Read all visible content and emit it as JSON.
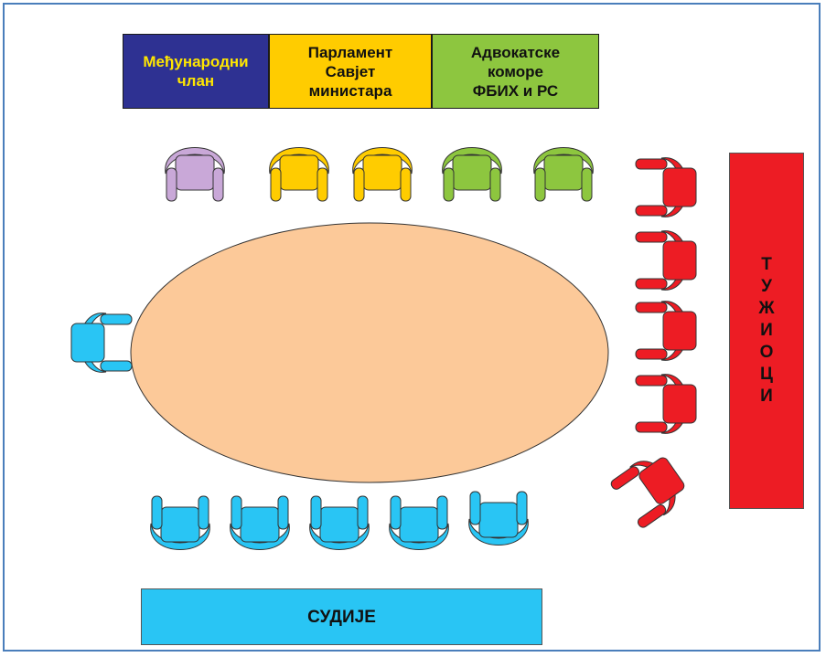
{
  "labels": {
    "international": "Међународни\nчлан",
    "parliament": "Парламент\nСавјет\nминистара",
    "bar_associations": "Адвокатске\nкоморе\nФБИХ  и РС",
    "prosecutors": [
      "Т",
      "У",
      "Ж",
      "И",
      "О",
      "Ц",
      "И"
    ],
    "judges": "СУДИЈЕ"
  },
  "colors": {
    "international": "#2e3192",
    "international_text": "#ffe600",
    "parliament": "#ffcc00",
    "bar_associations": "#8dc63f",
    "prosecutors": "#ed1c24",
    "judges": "#29c5f4",
    "table": "#fcc999",
    "chair_international": "#c9a8d8",
    "frame": "#4a7ebb"
  },
  "chairs": {
    "top": [
      "chair_international",
      "parliament",
      "parliament",
      "bar_associations",
      "bar_associations"
    ],
    "right_count": 5,
    "bottom_count": 5,
    "left_count": 1
  }
}
